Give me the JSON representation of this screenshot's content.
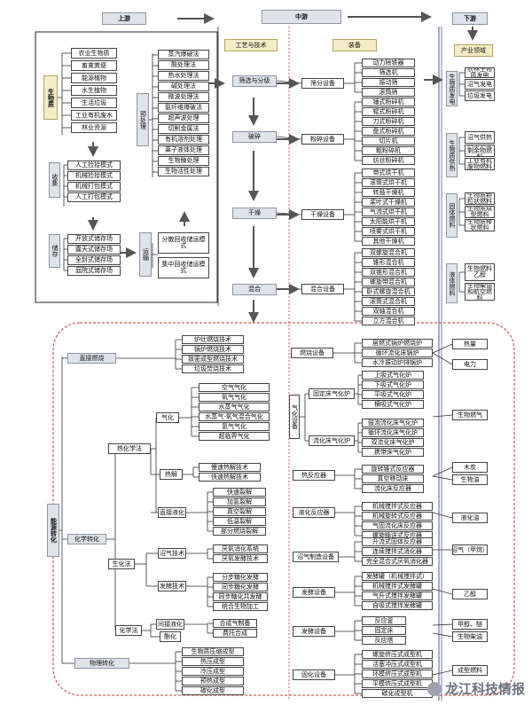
{
  "stages": {
    "upstream": "上游",
    "midstream": "中游",
    "downstream": "下游"
  },
  "mid_headers": {
    "tech": "工艺与技术",
    "equipment": "装备"
  },
  "down_header": "产业领域",
  "up": {
    "biomass": "生物质",
    "sources": [
      "农业生物质",
      "畜禽粪便",
      "能源植物",
      "水生植物",
      "生活垃圾",
      "工业有机废水",
      "林业资源"
    ],
    "collect": "收集",
    "collect_items": [
      "人工捡拾模式",
      "机械捡拾模式",
      "机械打包模式",
      "人工打包模式"
    ],
    "storage": "储存",
    "storage_items": [
      "开放式储存场",
      "露天式储存场",
      "全封式储存场",
      "庭院式储存场"
    ],
    "transport": "运输",
    "transport_modes": [
      "分散回收储运模式",
      "集中回收储运模式"
    ],
    "pre": "预处理",
    "pre_items": [
      "蒸汽爆破法",
      "酸处理法",
      "热水处理法",
      "碱处理法",
      "微波处理法",
      "氨纤维爆破法",
      "超声波处理",
      "切削金属法",
      "有机溶剂处理",
      "离子液体处理",
      "生物酶处理",
      "生物活性处理"
    ]
  },
  "tech_steps": [
    "筛选与分级",
    "破碎",
    "干燥",
    "混合"
  ],
  "equip_groups": [
    "筛分设备",
    "粉碎设备",
    "干燥设备",
    "混合设备"
  ],
  "screen_eq": [
    "动力除铁器",
    "筛选机",
    "振动筛",
    "滚筒筛"
  ],
  "crush_eq": [
    "锤式粉碎机",
    "辊式粉碎机",
    "刀式粉碎机",
    "盘式粉碎机",
    "切片机",
    "粗粉碎机",
    "纺丝粉碎机"
  ],
  "dry_eq": [
    "带式烘干机",
    "滚筒式烘干机",
    "转鼓干燥机",
    "桨叶式干燥机",
    "气流式烘干机",
    "太阳能烘干机",
    "喷雾式烘干机",
    "其他干燥机"
  ],
  "mix_eq": [
    "双螺旋混合机",
    "锥形混合机",
    "双锥形混合机",
    "螺旋带混合机",
    "卧式螺旋混合机",
    "滚筒式混合机",
    "双轴混合机",
    "立方混合机"
  ],
  "down_top": {
    "power": "生物质发电",
    "power_items": [
      "农林生物质发电",
      "沼气发电",
      "垃圾发电"
    ],
    "heat": "生物质供热",
    "heat_items": [
      "沼气供热",
      "大型农业剩余物燃料",
      "工业有机废物燃料"
    ],
    "solid": "固体燃料",
    "solid_items": [
      "生物质颗粒状燃料",
      "生物质成型燃料",
      "生物质棒状燃料"
    ],
    "liquid": "液体燃料",
    "liquid_items": [
      "生物燃料乙醇",
      "生物柴油和航空燃料"
    ]
  },
  "conv": {
    "label": "能源转化",
    "direct": "直接燃烧",
    "burn_tech": [
      "炉灶燃烧技术",
      "锅炉燃烧技术",
      "致密成型燃烧技术",
      "垃圾焚烧技术"
    ],
    "burn_eq": "燃烧设备",
    "burn_eq_items": [
      "层燃式锅炉燃烧炉",
      "循环流化床锅炉",
      "水冷振动炉排锅炉"
    ],
    "chem": "化学转化",
    "thermo": "热化学法",
    "gasify": "气化",
    "gasify_items": [
      "空气气化",
      "氧气气化",
      "水蒸气气化",
      "水蒸气-氧气混合气化",
      "氢气气化",
      "超临界气化"
    ],
    "gas_eq": "气化设备",
    "fixed": "固定床气化炉",
    "fixed_items": [
      "上吸式气化炉",
      "下吸式气化炉",
      "平吸式气化炉",
      "横吸式气化炉"
    ],
    "fluid": "流化床气化炉",
    "fluid_items": [
      "鼓泡流化床气化炉",
      "循环流化床气化炉",
      "双流化床气化炉",
      "携带床气化炉"
    ],
    "pyro": "热解",
    "pyro_items": [
      "慢速热解技术",
      "快速热解技术"
    ],
    "pyro_eq": "热反应器",
    "pyro_eq_items": [
      "旋转锥式反应器",
      "真空移动床",
      "流化床反应器"
    ],
    "liquefy": "直接液化",
    "liquefy_items": [
      "快速裂解",
      "加氢裂解",
      "真空裂解",
      "低温裂解",
      "部分燃烧裂解"
    ],
    "liq_eq": "液化反应器",
    "liq_eq_items": [
      "机械搅拌式反应器",
      "机械旋转式反应器",
      "气固流化床反应器",
      "螺旋输送式反应器"
    ],
    "bio": "生化法",
    "biogas": "沼气技术",
    "biogas_items": [
      "厌氧消化系统",
      "厌氧发酵技术"
    ],
    "biogas_eq": "沼气制造设备",
    "biogas_eq_items": [
      "升流式固体反应器",
      "连续搅拌式消化器",
      "完全混合式厌氧消化器"
    ],
    "ferment": "发酵技术",
    "ferment_items": [
      "分步糖化发酵",
      "同步糖化发酵",
      "同步糖化共发酵",
      "统合生物加工"
    ],
    "ferment_eq": "发酵设备",
    "ferment_eq_items": [
      "发酵罐（机械搅拌式）",
      "机械搅拌式发酵罐",
      "气升式搅拌发酵罐",
      "自吸式搅拌发酵罐"
    ],
    "chemistry": "化学法",
    "hydro": "间接液化",
    "hydro_items": [
      "合成气制备",
      "费托合成"
    ],
    "trans": "酯化",
    "trans_eq": "发酵设备",
    "trans_eq_items": [
      "反应釜",
      "固定床",
      "反应塔"
    ],
    "phys": "物理转化",
    "phys_items": [
      "生物质压缩成型",
      "热压成型",
      "冷压成型",
      "预热成型",
      "碳化成型"
    ],
    "phys_eq": "固化设备",
    "phys_eq_items": [
      "螺旋挤压式成型机",
      "活塞冲压式成型机",
      "环模挤压式成型机",
      "平模挤压式成型机",
      "碳化成型机"
    ]
  },
  "down_bottom": [
    "热量",
    "电力",
    "生物燃气",
    "木炭",
    "生物油",
    "液化油",
    "沼气（甲烷）",
    "乙醇",
    "甲醇、醚",
    "生物柴油",
    "成型燃料"
  ],
  "watermark": "龙江科技情报"
}
